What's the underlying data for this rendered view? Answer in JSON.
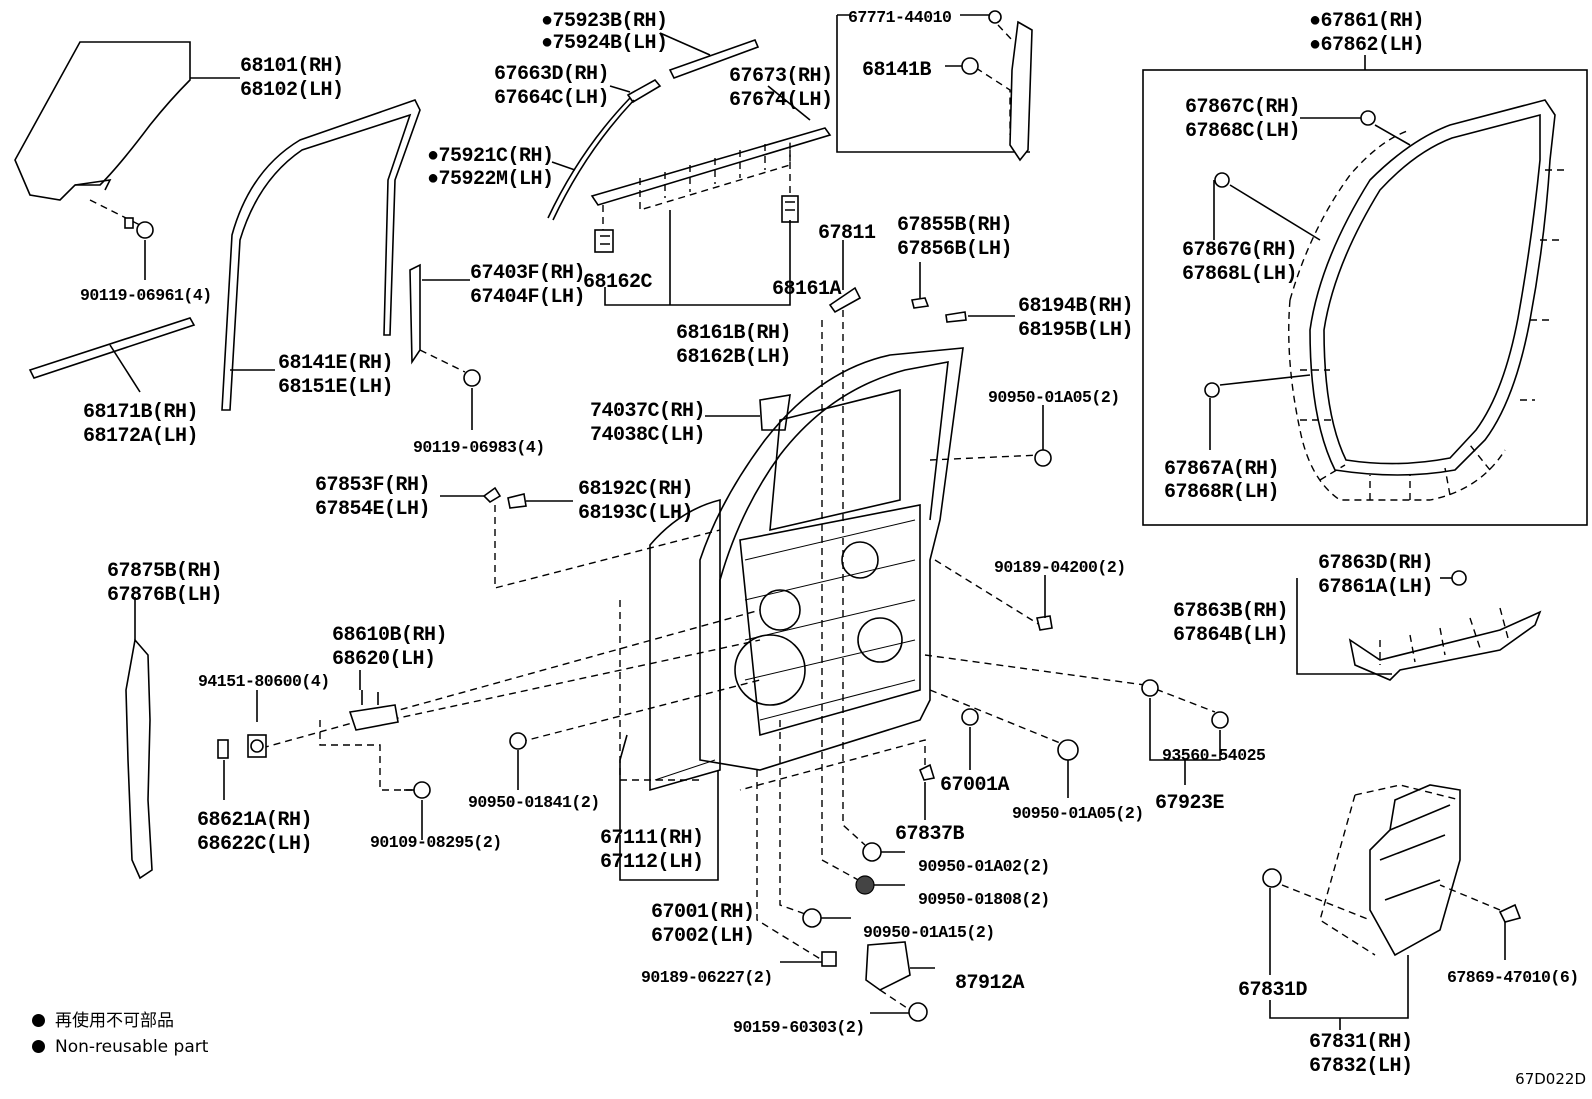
{
  "labels": {
    "l75923b": "●75923B(RH)",
    "l75924b": "●75924B(LH)",
    "l67771": "67771-44010",
    "l68101": "68101(RH)",
    "l68102": "68102(LH)",
    "l67663d": "67663D(RH)",
    "l67664c": "67664C(LH)",
    "l67673": "67673(RH)",
    "l67674": "67674(LH)",
    "l68141b": "68141B",
    "l67861": "●67861(RH)",
    "l67862": "●67862(LH)",
    "l67867c": "67867C(RH)",
    "l67868c": "67868C(LH)",
    "l75921c": "●75921C(RH)",
    "l75922m": "●75922M(LH)",
    "l67811": "67811",
    "l67855b": "67855B(RH)",
    "l67856b": "67856B(LH)",
    "l67867g": "67867G(RH)",
    "l67868l": "67868L(LH)",
    "l90119a": "90119-06961(4)",
    "l67403f": "67403F(RH)",
    "l67404f": "67404F(LH)",
    "l68162c": "68162C",
    "l68161a": "68161A",
    "l68194b": "68194B(RH)",
    "l68195b": "68195B(LH)",
    "l68161b": "68161B(RH)",
    "l68162b": "68162B(LH)",
    "l68141e": "68141E(RH)",
    "l68151e": "68151E(LH)",
    "l68171b": "68171B(RH)",
    "l68172a": "68172A(LH)",
    "l90950a": "90950-01A05(2)",
    "l74037c": "74037C(RH)",
    "l74038c": "74038C(LH)",
    "l90119b": "90119-06983(4)",
    "l67867a": "67867A(RH)",
    "l67868r": "67868R(LH)",
    "l67853f": "67853F(RH)",
    "l67854e": "67854E(LH)",
    "l68192c": "68192C(RH)",
    "l68193c": "68193C(LH)",
    "l90189a": "90189-04200(2)",
    "l67875b": "67875B(RH)",
    "l67876b": "67876B(LH)",
    "l67863d": "67863D(RH)",
    "l67861a": "67861A(LH)",
    "l67863b": "67863B(RH)",
    "l67864b": "67864B(LH)",
    "l68610b": "68610B(RH)",
    "l68620": "68620(LH)",
    "l94151": "94151-80600(4)",
    "l93560": "93560-54025",
    "l67001a": "67001A",
    "l90950b": "90950-01841(2)",
    "l90950c": "90950-01A05(2)",
    "l67923e": "67923E",
    "l68621a": "68621A(RH)",
    "l68622c": "68622C(LH)",
    "l67111": "67111(RH)",
    "l67112": "67112(LH)",
    "l67837b": "67837B",
    "l90109": "90109-08295(2)",
    "l90950d": "90950-01A02(2)",
    "l90950e": "90950-01808(2)",
    "l67001": "67001(RH)",
    "l67002": "67002(LH)",
    "l90950f": "90950-01A15(2)",
    "l90189b": "90189-06227(2)",
    "l87912a": "87912A",
    "l67831d": "67831D",
    "l67869": "67869-47010(6)",
    "l90159": "90159-60303(2)",
    "l67831": "67831(RH)",
    "l67832": "67832(LH)"
  },
  "legend": {
    "jp": "再使用不可部品",
    "en": "Non-reusable part"
  },
  "code": "67D022D"
}
